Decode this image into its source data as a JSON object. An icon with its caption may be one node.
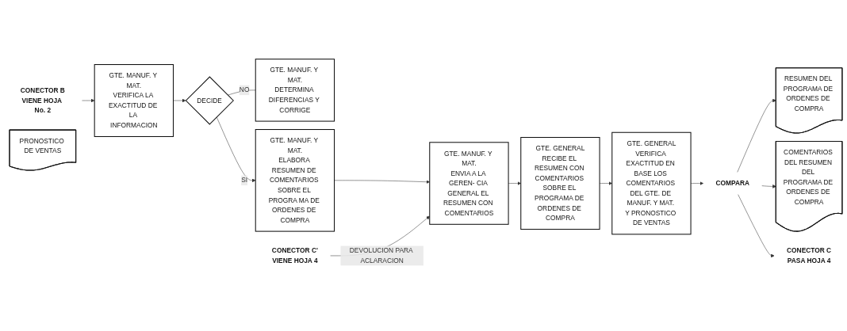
{
  "diagram": {
    "nodes": [
      {
        "text": [
          "CONECTOR B",
          "VIENE HOJA No. 2"
        ]
      },
      {
        "text": [
          "GTE. MANUF. Y MAT.",
          "VERIFICA LA EXACTITUD DE LA INFORMACION"
        ]
      },
      {
        "text": [
          "GTE. MANUF. Y MAT.",
          "DETERMINA DIFERENCIAS Y CORRIGE"
        ]
      },
      {
        "text": [
          "DECIDE"
        ]
      },
      {
        "text": [
          "GTE. MANUF. Y MAT.",
          "ELABORA RESUMEN DE COMENTARIOS SOBRE EL PROGRA MA DE ORDENES DE COMPRA"
        ]
      },
      {
        "text": [
          "GTE. MANUF. Y MAT.",
          "ENVIA A LA GEREN- CIA GENERAL EL RESUMEN CON COMENTARIOS"
        ]
      },
      {
        "text": [
          "GTE. GENERAL",
          "RECIBE EL RESUMEN CON COMENTARIOS SOBRE EL PROGRAMA DE ORDENES DE COMPRA"
        ]
      },
      {
        "text": [
          "GTE. GENERAL",
          "VERIFICA EXACTITUD EN BASE LOS COMENTARIOS DEL GTE. DE MANUF. Y MAT. Y PRONOSTICO DE VENTAS"
        ]
      },
      {
        "text": [
          "COMPARA"
        ]
      },
      {
        "text": [
          "RESUMEN DEL PROGRAMA DE ORDENES DE COMPRA"
        ]
      },
      {
        "text": [
          "COMENTARIOS DEL RESUMEN DEL PROGRAMA DE ORDENES DE COMPRA"
        ]
      },
      {
        "text": [
          "PRONOSTICO DE VENTAS"
        ]
      },
      {
        "text": [
          "CONECTOR C",
          "PASA HOJA 4"
        ]
      },
      {
        "text": [
          "CONECTOR C'",
          "VIENE HOJA 4"
        ]
      }
    ],
    "edges": [
      {
        "from": 0,
        "to": 1,
        "arrow": "to"
      },
      {
        "from": 1,
        "to": 3,
        "arrow": "to"
      },
      {
        "from": 3,
        "to": 2,
        "arrow": "none",
        "label": "NO"
      },
      {
        "from": 3,
        "to": 4,
        "arrow": "to",
        "label": "SI"
      },
      {
        "from": 4,
        "to": 5,
        "arrow": "to"
      },
      {
        "from": 5,
        "to": 6,
        "arrow": "to"
      },
      {
        "from": 6,
        "to": 7,
        "arrow": "to"
      },
      {
        "from": 7,
        "to": 8,
        "arrow": "to"
      },
      {
        "from": 8,
        "to": 9,
        "arrow": "to"
      },
      {
        "from": 8,
        "to": 10,
        "arrow": "to"
      },
      {
        "from": 8,
        "to": 12,
        "arrow": "to"
      },
      {
        "from": 13,
        "to": 5,
        "arrow": "to",
        "label": "DEVOLUCION PARA ACLARACION"
      }
    ]
  }
}
